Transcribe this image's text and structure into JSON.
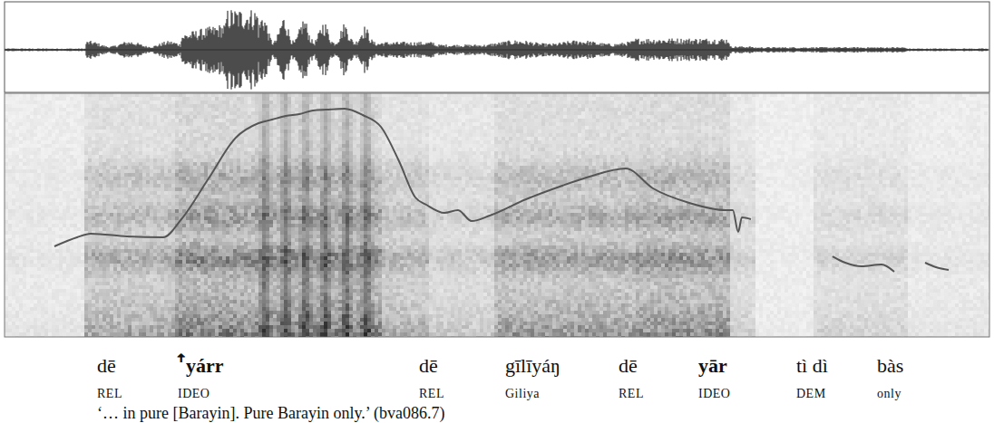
{
  "diagram": {
    "caption": "‘… in pure [Barayin]. Pure Barayin only.’ (bva086.7)",
    "labels": [
      "dē",
      "ꜛyárr",
      "dē",
      "gīlīyáŋ",
      "dē",
      "yār",
      "tì dì",
      "bàs",
      "REL",
      "IDEO",
      "REL",
      "Giliya",
      "REL",
      "IDEO",
      "DEM",
      "only"
    ]
  }
}
